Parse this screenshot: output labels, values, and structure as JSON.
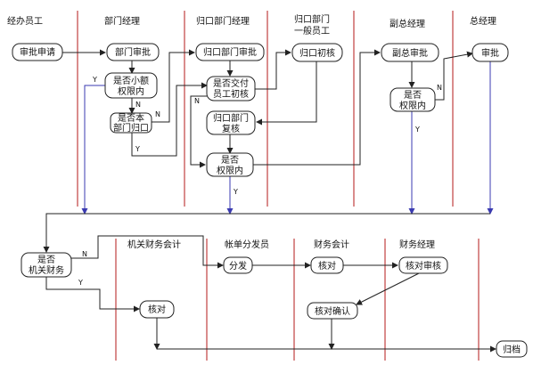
{
  "lanes_top": {
    "staff": "经办员工",
    "dept_manager": "部门经理",
    "owner_dept_manager": "归口部门经理",
    "owner_dept_staff_line1": "归口部门",
    "owner_dept_staff_line2": "一般员工",
    "deputy_gm": "副总经理",
    "gm": "总经理"
  },
  "lanes_bottom": {
    "org_accountant": "机关财务会计",
    "ledger_distributor": "帐单分发员",
    "accountant": "财务会计",
    "finance_manager": "财务经理"
  },
  "nodes": {
    "apply": "审批申请",
    "dept_approve": "部门审批",
    "small_amount_1": "是否小额",
    "small_amount_2": "权限内",
    "own_dept_1": "是否本",
    "own_dept_2": "部门归口",
    "owner_mgr_approve": "归口部门审批",
    "need_staff_1": "是否交付",
    "need_staff_2": "员工初核",
    "owner_first_check": "归口初核",
    "owner_recheck_1": "归口部门",
    "owner_recheck_2": "复核",
    "within_auth_1": "是否",
    "within_auth_2": "权限内",
    "deputy_approve": "副总审批",
    "deputy_within_1": "是否",
    "deputy_within_2": "权限内",
    "gm_approve": "审批",
    "is_org_finance_1": "是否",
    "is_org_finance_2": "机关财务",
    "org_check": "核对",
    "distribute": "分发",
    "acct_check": "核对",
    "confirm_check": "核对确认",
    "mgr_check": "核对审核",
    "archive": "归档"
  },
  "edge_labels": {
    "y1": "Y",
    "n1": "N",
    "n2": "N",
    "y2": "Y",
    "n3": "N",
    "y3": "Y",
    "n4": "N",
    "y4": "Y",
    "n5": "N",
    "y5": "Y"
  }
}
